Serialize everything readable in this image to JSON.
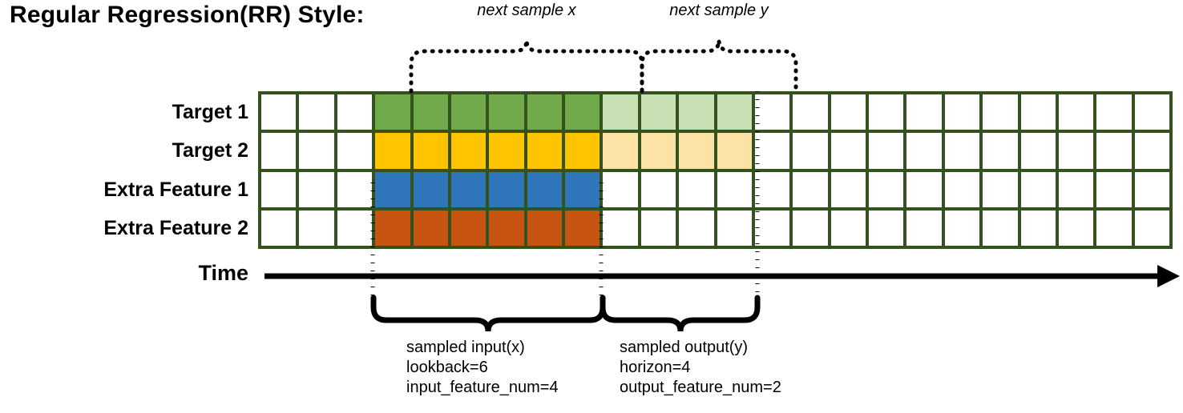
{
  "title": "Regular Regression(RR) Style:",
  "annotations": {
    "top_x": "next sample x",
    "top_y": "next sample y"
  },
  "rows": [
    {
      "label": "Target 1",
      "dark": "#70AA4A",
      "light": "#C8DFB4",
      "has_light": true
    },
    {
      "label": "Target 2",
      "dark": "#FFC400",
      "light": "#FCE2A4",
      "has_light": true
    },
    {
      "label": "Extra Feature 1",
      "dark": "#2E75BA",
      "light": "#FFFFFF",
      "has_light": false
    },
    {
      "label": "Extra Feature 2",
      "dark": "#C75511",
      "light": "#FFFFFF",
      "has_light": false
    }
  ],
  "grid": {
    "columns": 24,
    "blank_lead": 3,
    "dark_cols": 6,
    "light_cols": 4,
    "grid_color": "#33521E",
    "empty_color": "#FFFFFF"
  },
  "axis": {
    "label": "Time"
  },
  "captions": {
    "input": "sampled input(x)\nlookback=6\ninput_feature_num=4",
    "output": "sampled output(y)\nhorizon=4\noutput_feature_num=2"
  }
}
